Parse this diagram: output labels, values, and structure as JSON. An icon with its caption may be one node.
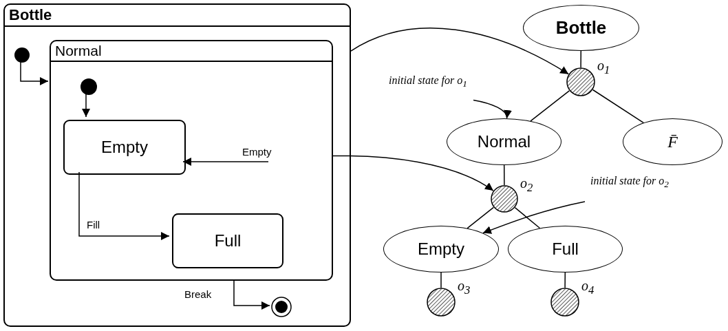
{
  "diagram": {
    "nodes": [
      {
        "text": [
          "Bottle"
        ]
      },
      {
        "text": [],
        "shape": "circle",
        "in": 0
      },
      {
        "text": [
          "Normal"
        ],
        "in": 0
      },
      {
        "text": [],
        "shape": "circle",
        "in": 2
      },
      {
        "text": [
          "Empty"
        ],
        "in": 2
      },
      {
        "text": [
          "Full"
        ],
        "in": 2
      },
      {
        "text": [],
        "shape": "circle",
        "in": 0
      },
      {
        "text": [
          "Bottle"
        ]
      },
      {
        "text": [],
        "shape": "circle",
        "beside": [
          "o$_{1}$"
        ]
      },
      {
        "text": [
          "Normal"
        ]
      },
      {
        "text": [
          "F̄"
        ]
      },
      {
        "text": [],
        "shape": "circle",
        "beside": [
          "o$_{2}$"
        ]
      },
      {
        "text": [
          "Empty"
        ]
      },
      {
        "text": [
          "Full"
        ]
      },
      {
        "text": [],
        "shape": "circle",
        "beside": [
          "o$_{3}$"
        ]
      },
      {
        "text": [],
        "shape": "circle",
        "beside": [
          "o$_{4}$"
        ]
      },
      {
        "text": [
          "initial state for o$_{1}$"
        ]
      },
      {
        "text": [
          "initial state for o$_{2}$"
        ]
      }
    ],
    "edges": [
      {
        "from": 1,
        "to": 2,
        "arrow": "to"
      },
      {
        "from": 3,
        "to": 4,
        "arrow": "to"
      },
      {
        "from": 4,
        "to": 5,
        "arrow": "to",
        "label": "Fill"
      },
      {
        "from": null,
        "to": 4,
        "arrow": "to",
        "label": "Empty"
      },
      {
        "from": 2,
        "to": 6,
        "arrow": "to",
        "label": "Break"
      },
      {
        "from": 0,
        "to": 8,
        "arrow": "to"
      },
      {
        "from": 2,
        "to": 11,
        "arrow": "to"
      },
      {
        "from": 7,
        "to": 8,
        "arrow": "none"
      },
      {
        "from": 8,
        "to": 9,
        "arrow": "none"
      },
      {
        "from": 8,
        "to": 10,
        "arrow": "none"
      },
      {
        "from": 9,
        "to": 11,
        "arrow": "none"
      },
      {
        "from": 11,
        "to": 12,
        "arrow": "none"
      },
      {
        "from": 11,
        "to": 13,
        "arrow": "none"
      },
      {
        "from": 12,
        "to": 14,
        "arrow": "none"
      },
      {
        "from": 13,
        "to": 15,
        "arrow": "none"
      },
      {
        "from": 16,
        "to": 9,
        "arrow": "to"
      },
      {
        "from": 17,
        "to": 12,
        "arrow": "to"
      }
    ]
  }
}
